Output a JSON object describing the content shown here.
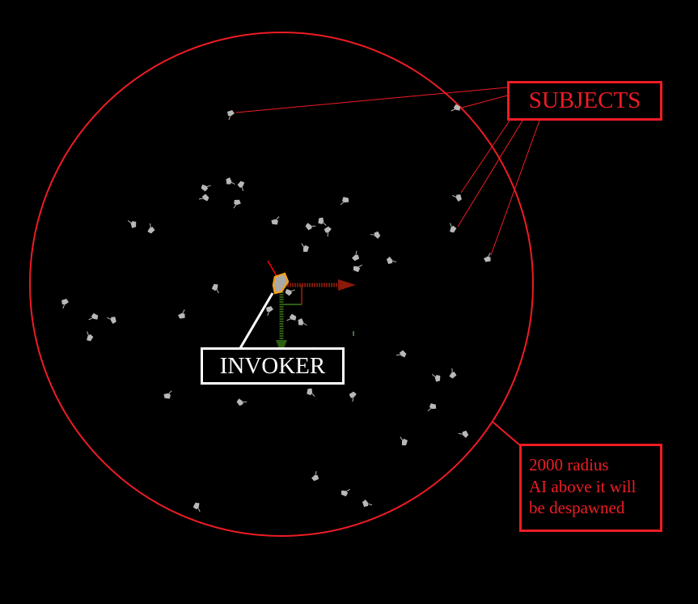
{
  "labels": {
    "subjects": "SUBJECTS",
    "invoker": "INVOKER",
    "radius_note": [
      "2000 radius",
      "AI above it will",
      "be despawned"
    ]
  },
  "radius_value": 2000,
  "colors": {
    "background": "#000000",
    "annotation_red": "#ee1c24",
    "invoker_label": "#ffffff",
    "subject_marker": "#b8b8b8",
    "invoker_highlight": "#f0a020",
    "axis_x": "#8b1a0a",
    "axis_y": "#2e5e10"
  },
  "icons": {
    "subject": "npc-figure-icon",
    "invoker": "selected-npc-icon",
    "gizmo": "move-gizmo-icon"
  }
}
